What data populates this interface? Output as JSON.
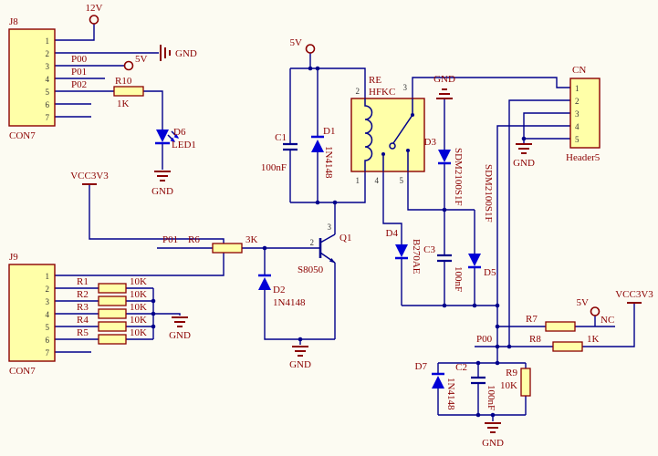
{
  "colors": {
    "background": "#fcfbf2",
    "wire": "#00008b",
    "symbol_text": "#8b0000",
    "component_fill": "#ffffa8",
    "diode_blue": "#0000d6",
    "pin_number": "#333333"
  },
  "power": {
    "v12": "12V",
    "v5": "5V",
    "vcc3v3": "VCC3V3",
    "gnd": "GND",
    "nc": "NC"
  },
  "nets": {
    "p00": "P00",
    "p01": "P01",
    "p02": "P02"
  },
  "connectors": {
    "j8": {
      "ref": "J8",
      "type": "CON7",
      "pins": [
        "1",
        "2",
        "3",
        "4",
        "5",
        "6",
        "7"
      ]
    },
    "j9": {
      "ref": "J9",
      "type": "CON7",
      "pins": [
        "1",
        "2",
        "3",
        "4",
        "5",
        "6",
        "7"
      ]
    },
    "cn": {
      "ref": "CN",
      "type": "Header5",
      "pins": [
        "1",
        "2",
        "3",
        "4",
        "5"
      ]
    }
  },
  "relay": {
    "ref": "RE",
    "value": "HFKC",
    "pin1": "1",
    "pin2": "2",
    "pin3": "3",
    "pin4": "4",
    "pin5": "5"
  },
  "transistor": {
    "ref": "Q1",
    "value": "S8050",
    "pin_base": "2",
    "pin_collector": "3"
  },
  "resistors": {
    "r1": {
      "ref": "R1",
      "value": "10K"
    },
    "r2": {
      "ref": "R2",
      "value": "10K"
    },
    "r3": {
      "ref": "R3",
      "value": "10K"
    },
    "r4": {
      "ref": "R4",
      "value": "10K"
    },
    "r5": {
      "ref": "R5",
      "value": "10K"
    },
    "r6": {
      "ref": "R6",
      "value": "3K"
    },
    "r7": {
      "ref": "R7"
    },
    "r8": {
      "ref": "R8",
      "value": "1K"
    },
    "r9": {
      "ref": "R9",
      "value": "10K"
    },
    "r10": {
      "ref": "R10",
      "value": "1K"
    }
  },
  "capacitors": {
    "c1": {
      "ref": "C1",
      "value": "100nF"
    },
    "c2": {
      "ref": "C2",
      "value": "100nF"
    },
    "c3": {
      "ref": "C3",
      "value": "100nF"
    }
  },
  "diodes": {
    "d1": {
      "ref": "D1",
      "value": "1N4148"
    },
    "d2": {
      "ref": "D2",
      "value": "1N4148"
    },
    "d3": {
      "ref": "D3",
      "value": "SDM2100S1F"
    },
    "d4": {
      "ref": "D4",
      "value": "B270AE"
    },
    "d5": {
      "ref": "D5",
      "value": "SDM2100S1F"
    },
    "d6": {
      "ref": "D6",
      "value": "LED1"
    },
    "d7": {
      "ref": "D7",
      "value": "1N4148"
    }
  }
}
